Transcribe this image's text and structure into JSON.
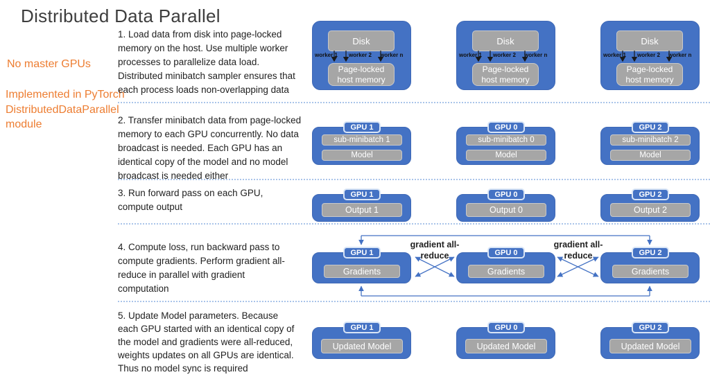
{
  "title": "Distributed Data Parallel",
  "notes": {
    "note1": "No master GPUs",
    "note2_lines": [
      "Implemented in PyTorch",
      "DistributedDataParallel",
      "module"
    ]
  },
  "steps": [
    {
      "lines": [
        "1. Load data from disk into page-locked",
        "memory on the host. Use multiple worker",
        "processes to parallelize data load.",
        "Distributed minibatch sampler ensures that",
        "each process loads non-overlapping data"
      ]
    },
    {
      "lines": [
        "2. Transfer minibatch data from page-locked",
        "memory to each GPU concurrently. No data",
        "broadcast is needed. Each GPU has an",
        "identical copy of the model and no model",
        "broadcast is needed either"
      ]
    },
    {
      "lines": [
        "3. Run forward pass on each GPU,",
        "compute output"
      ]
    },
    {
      "lines": [
        "4. Compute loss, run backward pass to",
        "compute gradients. Perform gradient all-",
        "reduce in parallel with gradient",
        "computation"
      ]
    },
    {
      "lines": [
        "5. Update Model parameters. Because",
        "each GPU started with an identical copy of",
        "the model and gradients were all-reduced,",
        "weights updates on all GPUs are identical.",
        "Thus no model sync is required"
      ]
    }
  ],
  "row1": {
    "nodes": [
      {
        "disk": "Disk",
        "memory": "Page-locked host memory",
        "workers": [
          "worker 1",
          "worker 2",
          "worker n"
        ]
      },
      {
        "disk": "Disk",
        "memory": "Page-locked host memory",
        "workers": [
          "worker 1",
          "worker 2",
          "worker n"
        ]
      },
      {
        "disk": "Disk",
        "memory": "Page-locked host memory",
        "workers": [
          "worker 1",
          "worker 2",
          "worker n"
        ]
      }
    ]
  },
  "row2": {
    "nodes": [
      {
        "gpu": "GPU 1",
        "top": "sub-minibatch 1",
        "bottom": "Model"
      },
      {
        "gpu": "GPU 0",
        "top": "sub-minibatch 0",
        "bottom": "Model"
      },
      {
        "gpu": "GPU 2",
        "top": "sub-minibatch 2",
        "bottom": "Model"
      }
    ]
  },
  "row3": {
    "nodes": [
      {
        "gpu": "GPU 1",
        "label": "Output 1"
      },
      {
        "gpu": "GPU 0",
        "label": "Output 0"
      },
      {
        "gpu": "GPU 2",
        "label": "Output 2"
      }
    ]
  },
  "row4": {
    "allreduce_lines": [
      "gradient all-",
      "reduce"
    ],
    "nodes": [
      {
        "gpu": "GPU 1",
        "label": "Gradients"
      },
      {
        "gpu": "GPU 0",
        "label": "Gradients"
      },
      {
        "gpu": "GPU 2",
        "label": "Gradients"
      }
    ]
  },
  "row5": {
    "nodes": [
      {
        "gpu": "GPU 1",
        "label": "Updated Model"
      },
      {
        "gpu": "GPU 0",
        "label": "Updated Model"
      },
      {
        "gpu": "GPU 2",
        "label": "Updated Model"
      }
    ]
  },
  "colors": {
    "box_blue": "#4472C4",
    "box_gray": "#A6A6A6",
    "accent_orange": "#ED7D31",
    "arrow_blue": "#4472C4",
    "separator_blue": "#A9C4E9",
    "title_gray": "#3d3d3d"
  }
}
